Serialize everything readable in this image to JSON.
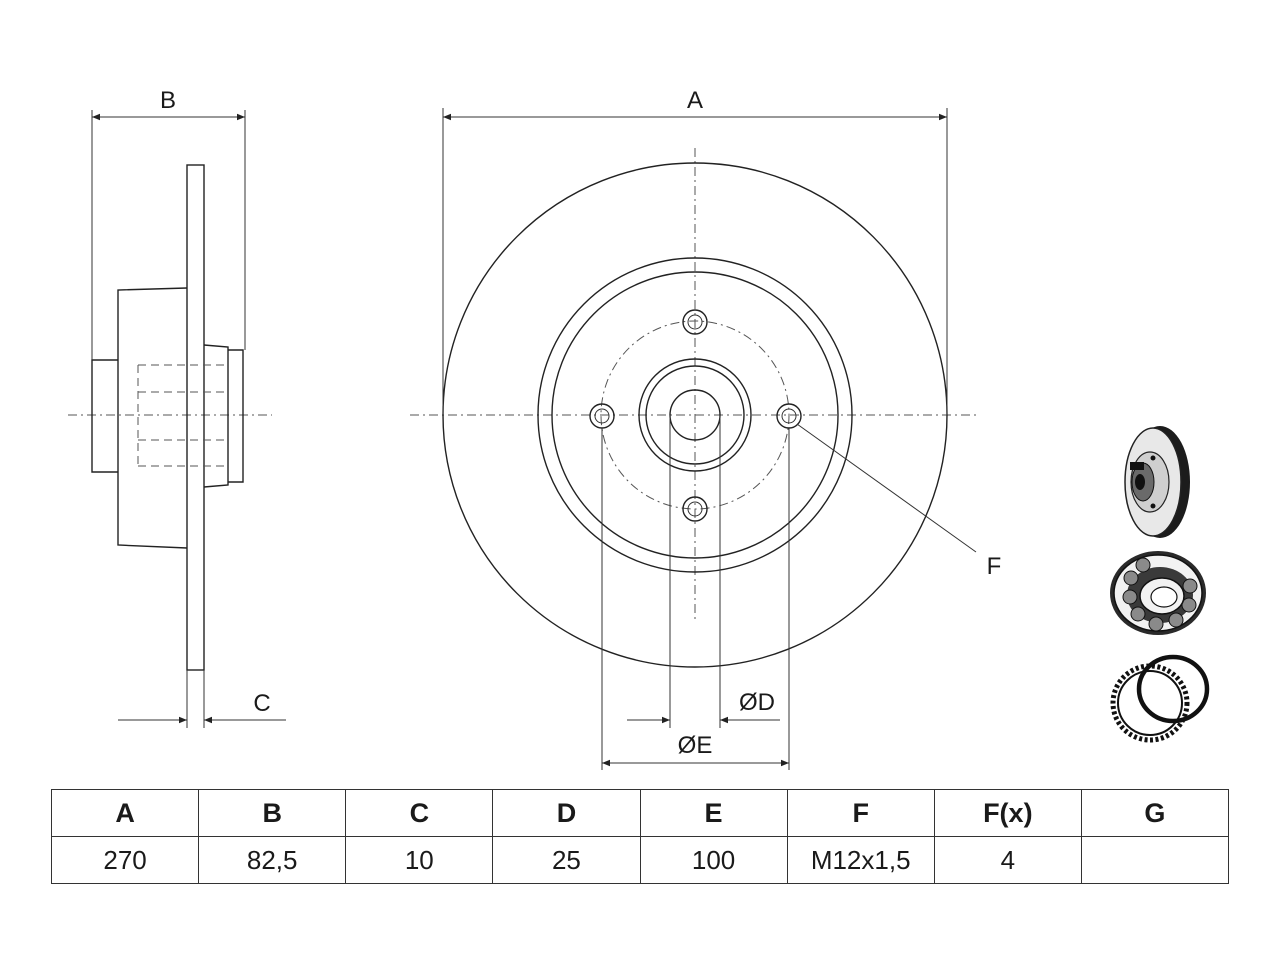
{
  "labels": {
    "A": "A",
    "B": "B",
    "C": "C",
    "F": "F",
    "D": "ØD",
    "E": "ØE"
  },
  "table": {
    "headers": [
      "A",
      "B",
      "C",
      "D",
      "E",
      "F",
      "F(x)",
      "G"
    ],
    "values": [
      "270",
      "82,5",
      "10",
      "25",
      "100",
      "M12x1,5",
      "4",
      ""
    ]
  },
  "icons": [
    "brake-disc-icon",
    "wheel-bearing-icon",
    "abs-ring-and-seal-icon"
  ]
}
